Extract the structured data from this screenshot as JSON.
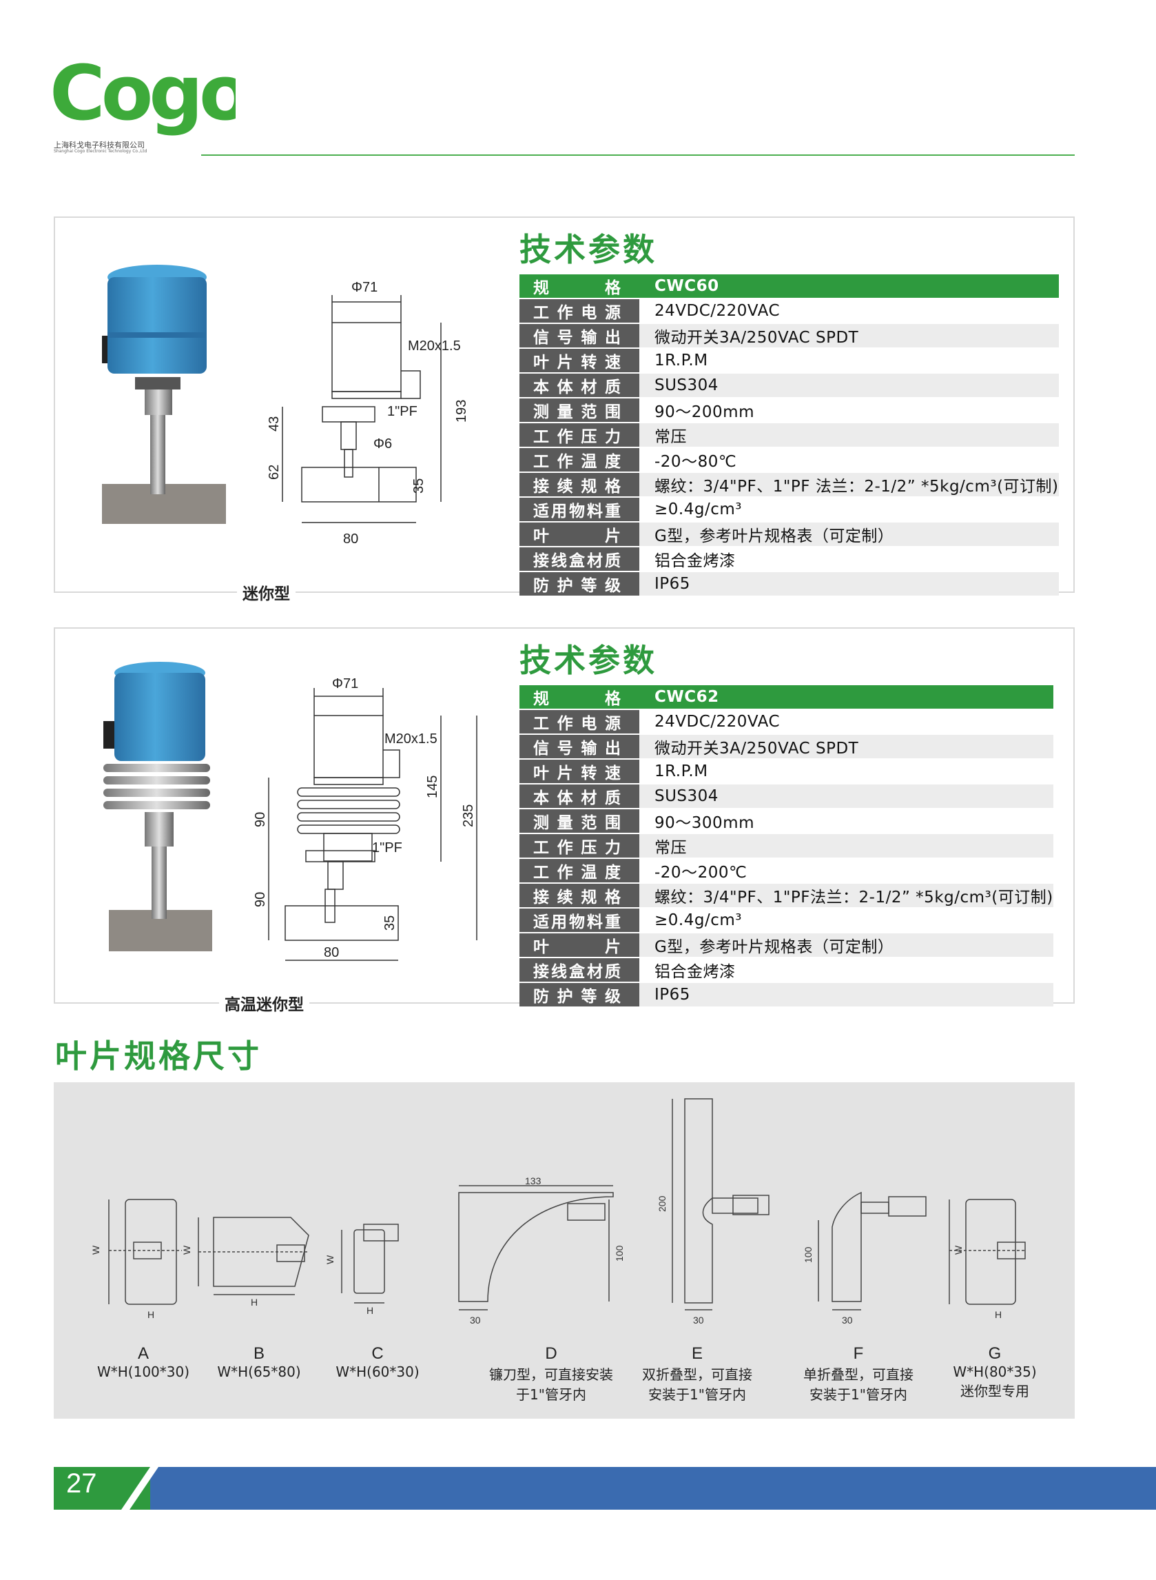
{
  "header": {
    "logo_text": "Cogo",
    "company_cn": "上海科戈电子科技有限公司",
    "company_en": "Shanghai Cogo Electronic Technology Co.,Ltd"
  },
  "colors": {
    "brand_green": "#2e9a3e",
    "label_gray": "#5a5a5a",
    "footer_blue": "#3a6bb0",
    "sky_blue": "#2f8fc9"
  },
  "products": [
    {
      "caption": "迷你型",
      "title": "技术参数",
      "drawing": {
        "phi": "Φ71",
        "thread": "M20x1.5",
        "pf": "1\"PF",
        "shaft": "Φ6",
        "d193": "193",
        "d43": "43",
        "d62": "62",
        "d35": "35",
        "d80": "80"
      },
      "specs": [
        {
          "k": "规格",
          "v": "CWC60"
        },
        {
          "k": "工作电源",
          "v": "24VDC/220VAC"
        },
        {
          "k": "信号输出",
          "v": "微动开关3A/250VAC SPDT"
        },
        {
          "k": "叶片转速",
          "v": "1R.P.M"
        },
        {
          "k": "本体材质",
          "v": "SUS304"
        },
        {
          "k": "测量范围",
          "v": "90～200mm"
        },
        {
          "k": "工作压力",
          "v": "常压"
        },
        {
          "k": "工作温度",
          "v": "-20～80℃"
        },
        {
          "k": "接续规格",
          "v": "螺纹：3/4\"PF、1\"PF 法兰：2-1/2” *5kg/cm³(可订制)"
        },
        {
          "k": "适用物料重",
          "v": "≥0.4g/cm³"
        },
        {
          "k": "叶片",
          "v": "G型，参考叶片规格表（可定制）"
        },
        {
          "k": "接线盒材质",
          "v": "铝合金烤漆"
        },
        {
          "k": "防护等级",
          "v": "IP65"
        }
      ]
    },
    {
      "caption": "高温迷你型",
      "title": "技术参数",
      "drawing": {
        "phi": "Φ71",
        "thread": "M20x1.5",
        "pf": "1\"PF",
        "d145": "145",
        "d235": "235",
        "d90a": "90",
        "d90b": "90",
        "d35": "35",
        "d80": "80"
      },
      "specs": [
        {
          "k": "规格",
          "v": "CWC62"
        },
        {
          "k": "工作电源",
          "v": "24VDC/220VAC"
        },
        {
          "k": "信号输出",
          "v": "微动开关3A/250VAC SPDT"
        },
        {
          "k": "叶片转速",
          "v": "1R.P.M"
        },
        {
          "k": "本体材质",
          "v": "SUS304"
        },
        {
          "k": "测量范围",
          "v": "90～300mm"
        },
        {
          "k": "工作压力",
          "v": "常压"
        },
        {
          "k": "工作温度",
          "v": "-20～200℃"
        },
        {
          "k": "接续规格",
          "v": "螺纹：3/4\"PF、1\"PF法兰：2-1/2” *5kg/cm³(可订制)"
        },
        {
          "k": "适用物料重",
          "v": "≥0.4g/cm³"
        },
        {
          "k": "叶片",
          "v": "G型，参考叶片规格表（可定制）"
        },
        {
          "k": "接线盒材质",
          "v": "铝合金烤漆"
        },
        {
          "k": "防护等级",
          "v": "IP65"
        }
      ]
    }
  ],
  "blades": {
    "title": "叶片规格尺寸",
    "dims": {
      "w": "W",
      "h": "H",
      "d133": "133",
      "d100": "100",
      "d30": "30",
      "d200": "200"
    },
    "items": [
      {
        "letter": "A",
        "line1": "W*H(100*30)",
        "line2": ""
      },
      {
        "letter": "B",
        "line1": "W*H(65*80)",
        "line2": ""
      },
      {
        "letter": "C",
        "line1": "W*H(60*30)",
        "line2": ""
      },
      {
        "letter": "D",
        "line1": "镰刀型，可直接安装",
        "line2": "于1\"管牙内"
      },
      {
        "letter": "E",
        "line1": "双折叠型，可直接",
        "line2": "安装于1\"管牙内"
      },
      {
        "letter": "F",
        "line1": "单折叠型，可直接",
        "line2": "安装于1\"管牙内"
      },
      {
        "letter": "G",
        "line1": "W*H(80*35)",
        "line2": "迷你型专用"
      }
    ]
  },
  "footer": {
    "page_number": "27"
  }
}
